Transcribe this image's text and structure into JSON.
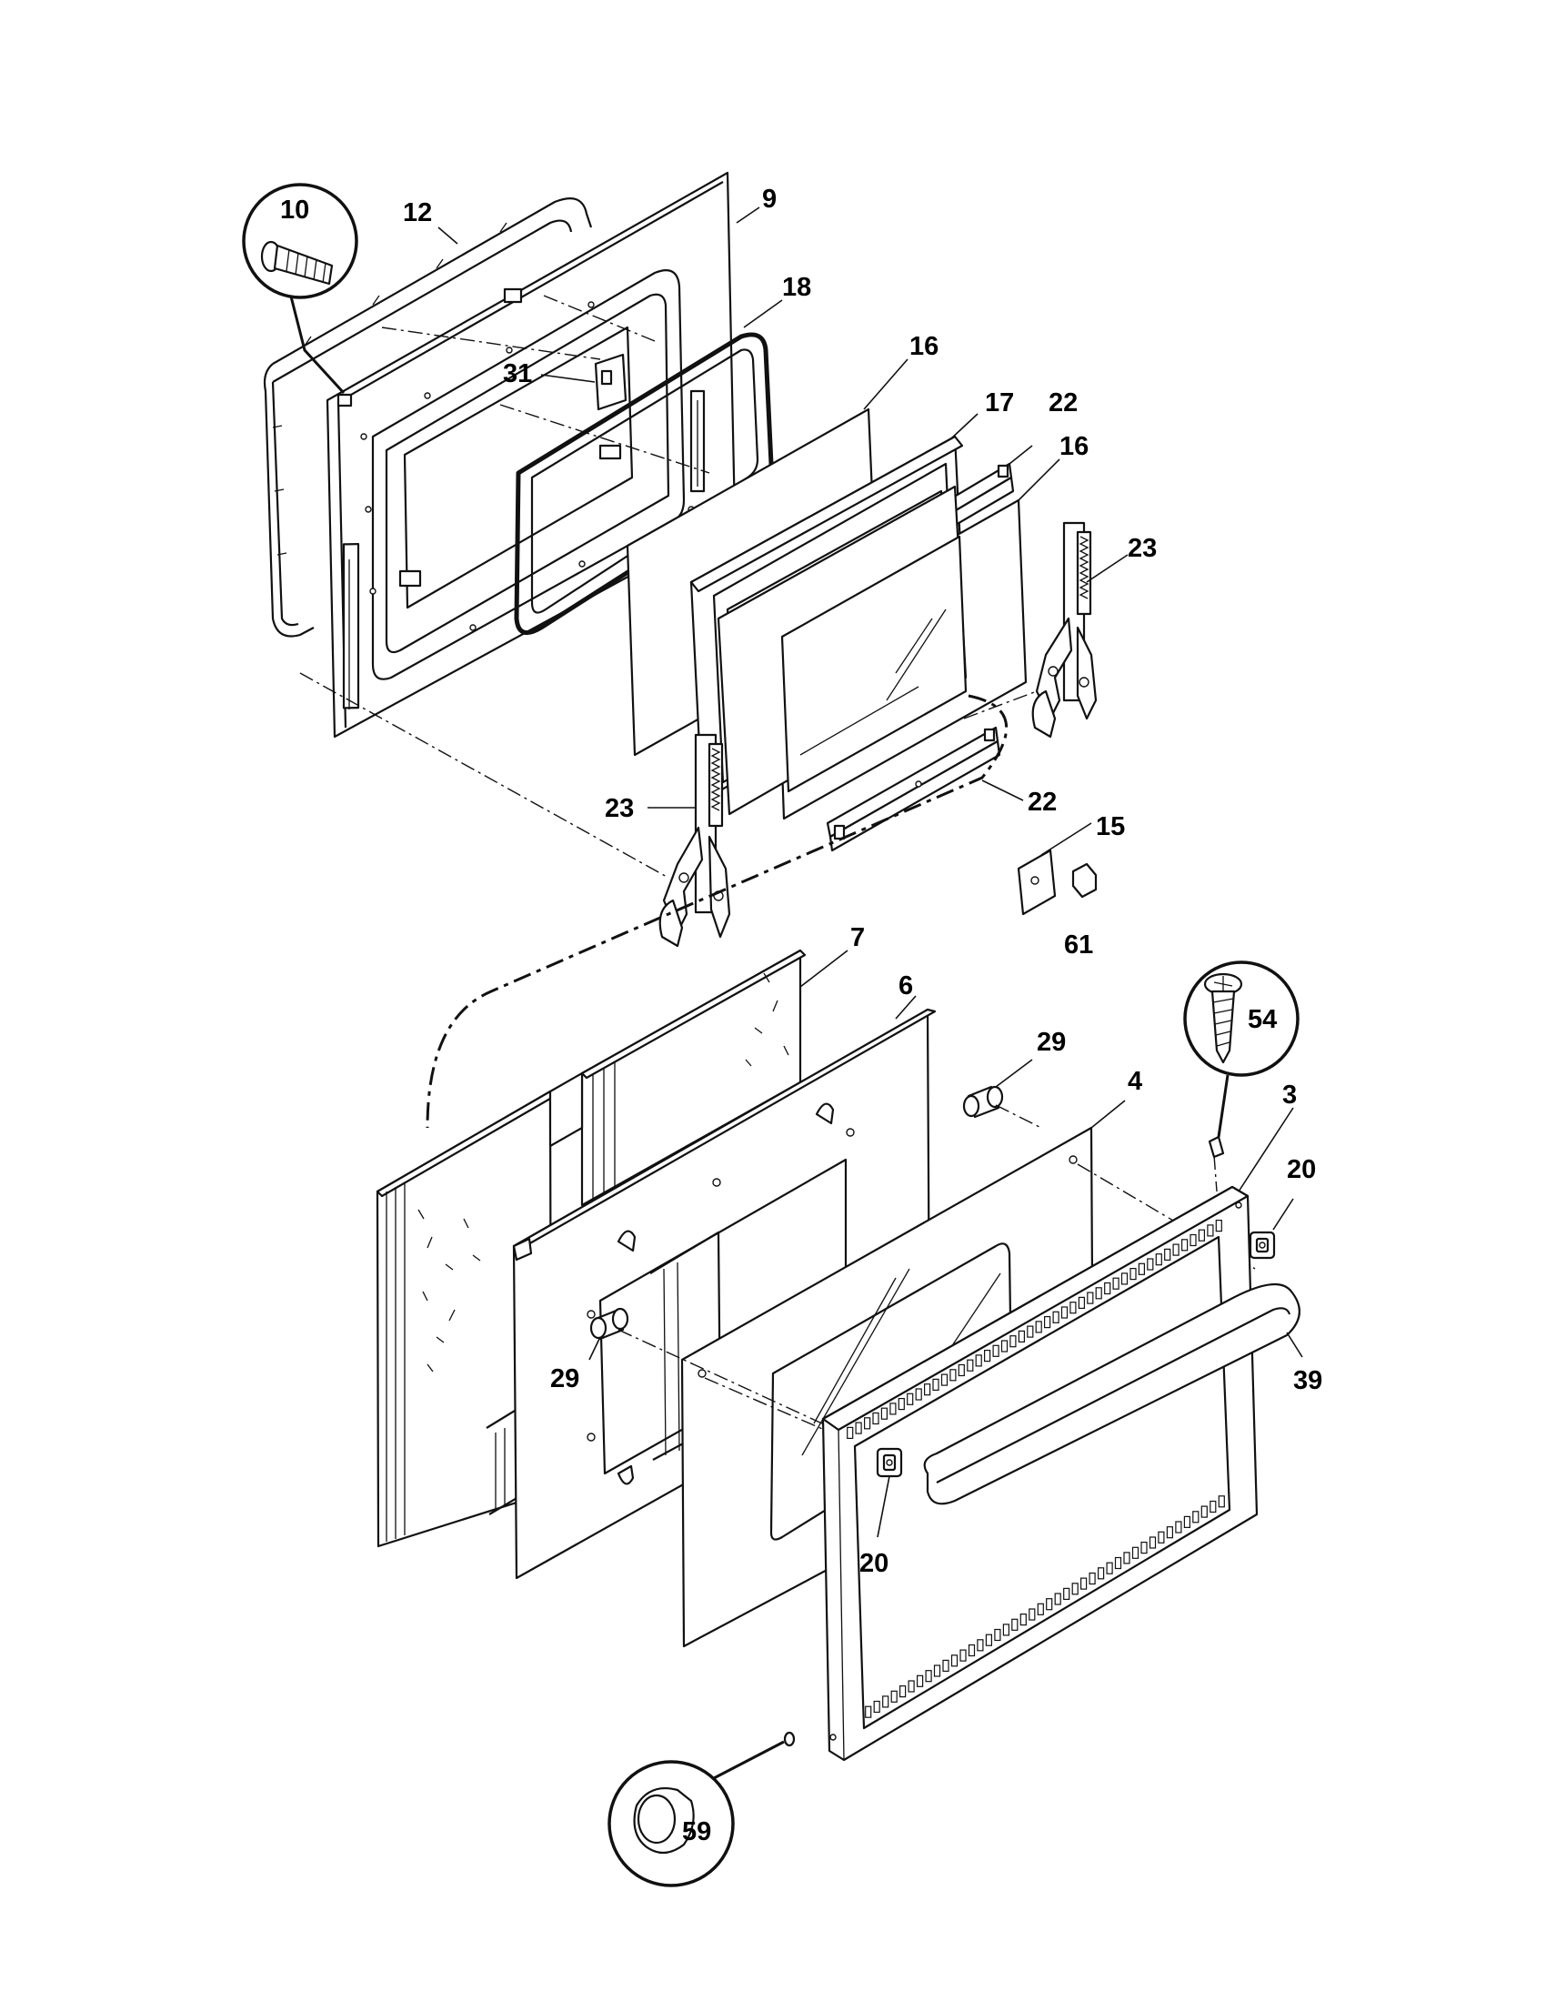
{
  "labels": {
    "l10": "10",
    "l12": "12",
    "l9": "9",
    "l18": "18",
    "l31": "31",
    "l16a": "16",
    "l17": "17",
    "l22a": "22",
    "l16b": "16",
    "l23a": "23",
    "l23b": "23",
    "l22b": "22",
    "l15": "15",
    "l61": "61",
    "l7": "7",
    "l6": "6",
    "l29a": "29",
    "l4": "4",
    "l54": "54",
    "l3": "3",
    "l20a": "20",
    "l39": "39",
    "l29b": "29",
    "l20b": "20",
    "l59": "59"
  }
}
